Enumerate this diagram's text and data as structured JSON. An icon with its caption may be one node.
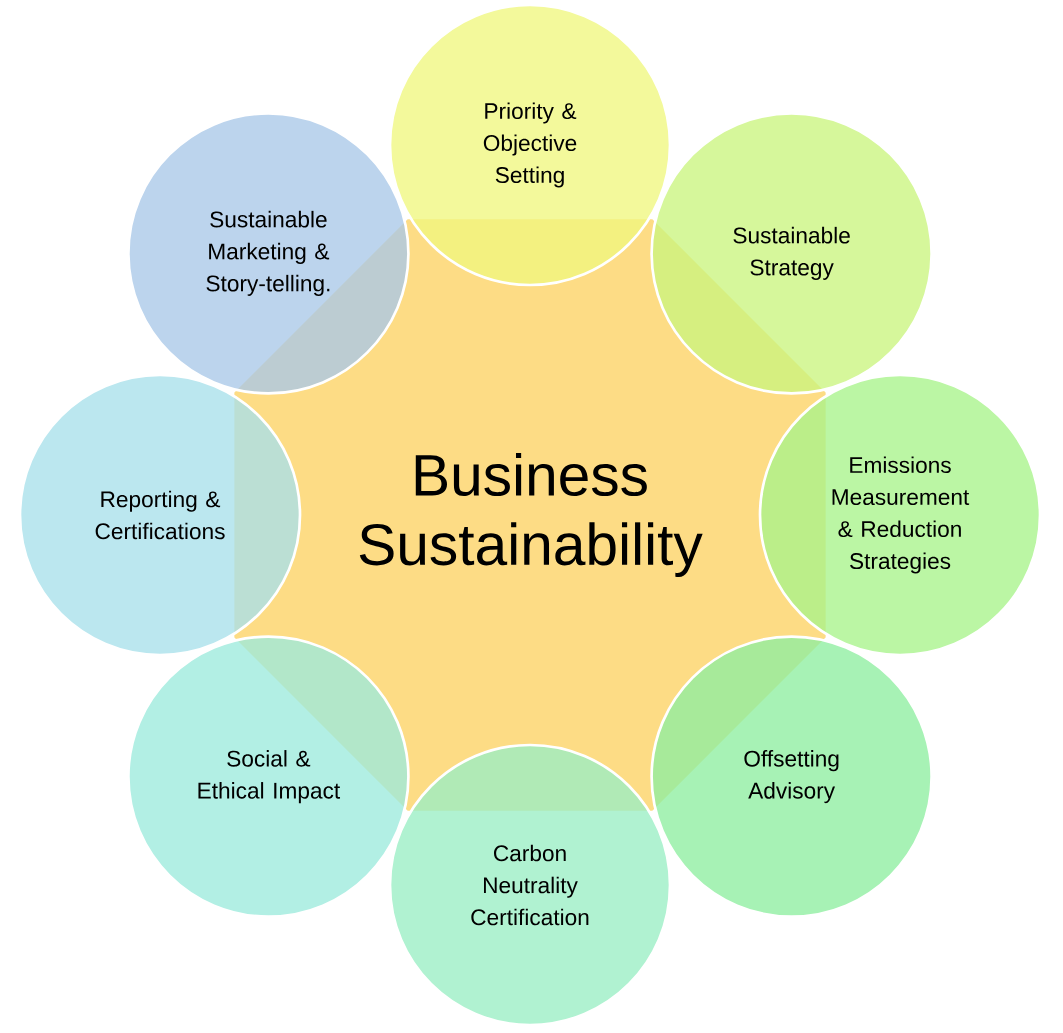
{
  "diagram": {
    "nodes": [
      {
        "text": [
          "Business Sustainability"
        ]
      },
      {
        "text": [
          "Priority & Objective Setting"
        ]
      },
      {
        "text": [
          "Sustainable Strategy"
        ]
      },
      {
        "text": [
          "Emissions Measurement & Reduction Strategies"
        ]
      },
      {
        "text": [
          "Offsetting Advisory"
        ]
      },
      {
        "text": [
          "Carbon Neutrality Certification"
        ]
      },
      {
        "text": [
          "Social & Ethical Impact"
        ]
      },
      {
        "text": [
          "Reporting & Certifications"
        ]
      },
      {
        "text": [
          "Sustainable Marketing & Story-telling."
        ]
      }
    ]
  }
}
